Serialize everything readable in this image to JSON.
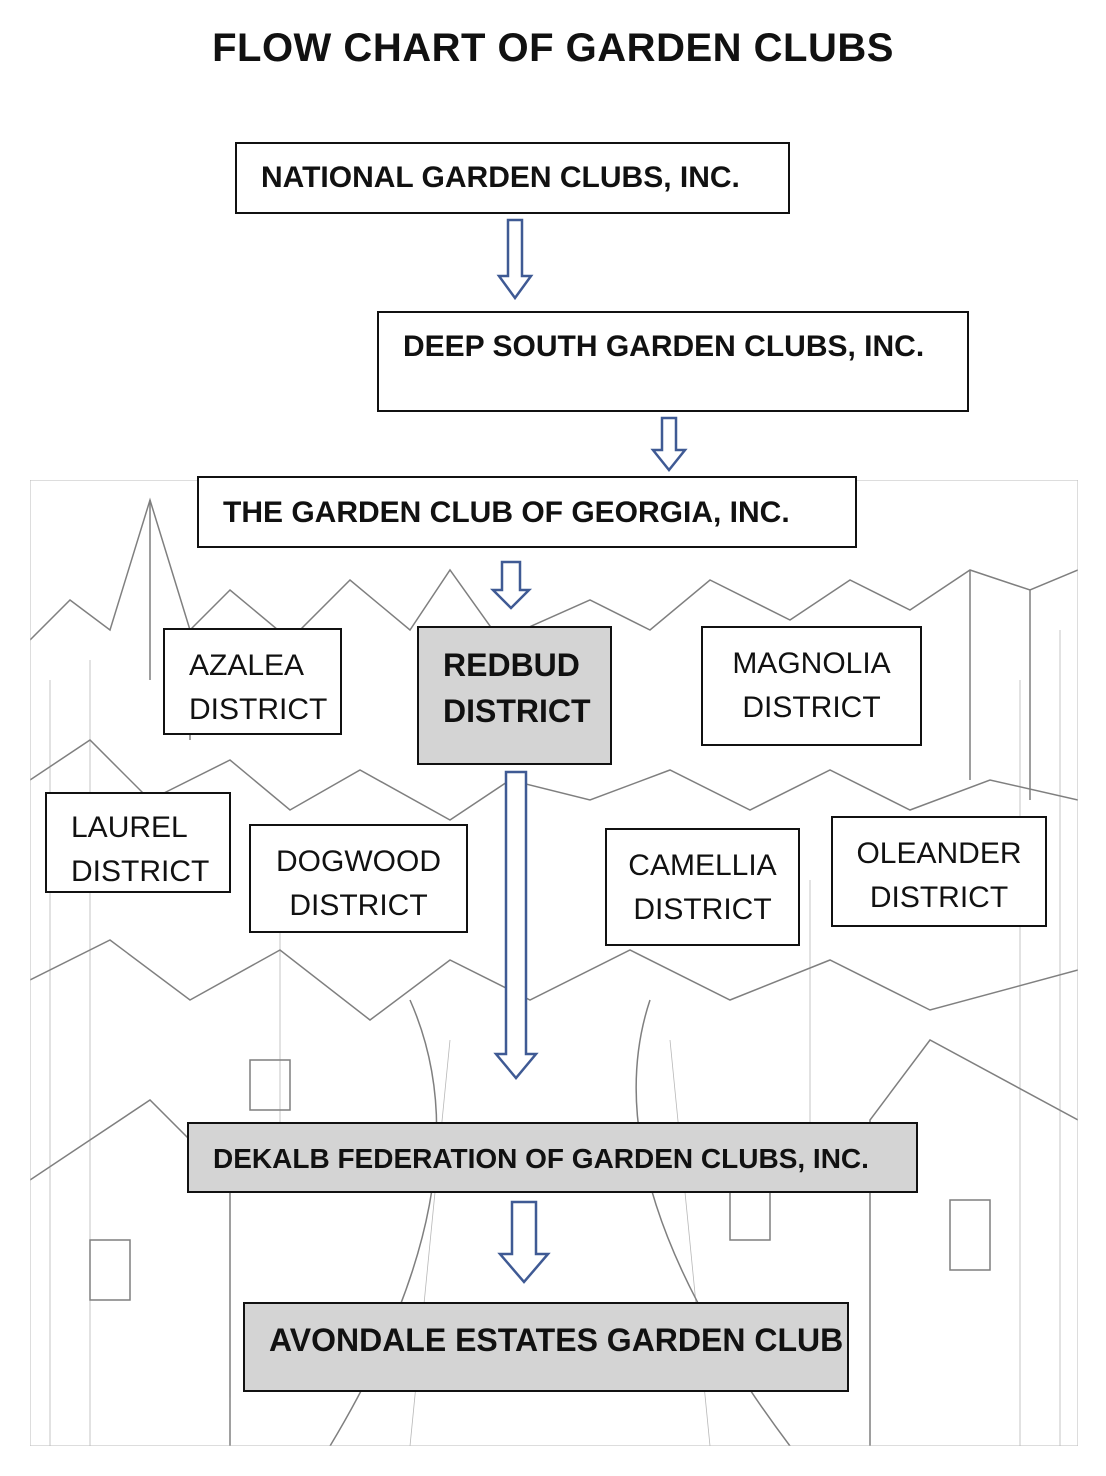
{
  "title": "FLOW CHART OF GARDEN CLUBS",
  "colors": {
    "arrow": "#3f5a94",
    "gray_box": "#d4d4d4"
  },
  "nodes": {
    "national": "NATIONAL GARDEN CLUBS, INC.",
    "deep_south": "DEEP SOUTH GARDEN CLUBS, INC.",
    "georgia": "THE GARDEN CLUB OF GEORGIA, INC.",
    "azalea": [
      "AZALEA",
      "DISTRICT"
    ],
    "redbud": [
      "REDBUD",
      "DISTRICT"
    ],
    "magnolia": [
      "MAGNOLIA",
      "DISTRICT"
    ],
    "laurel": [
      "LAUREL",
      "DISTRICT"
    ],
    "dogwood": [
      "DOGWOOD",
      "DISTRICT"
    ],
    "camellia": [
      "CAMELLIA",
      "DISTRICT"
    ],
    "oleander": [
      "OLEANDER",
      "DISTRICT"
    ],
    "dekalb": "DEKALB FEDERATION OF GARDEN CLUBS, INC.",
    "avondale": "AVONDALE ESTATES GARDEN CLUB"
  }
}
